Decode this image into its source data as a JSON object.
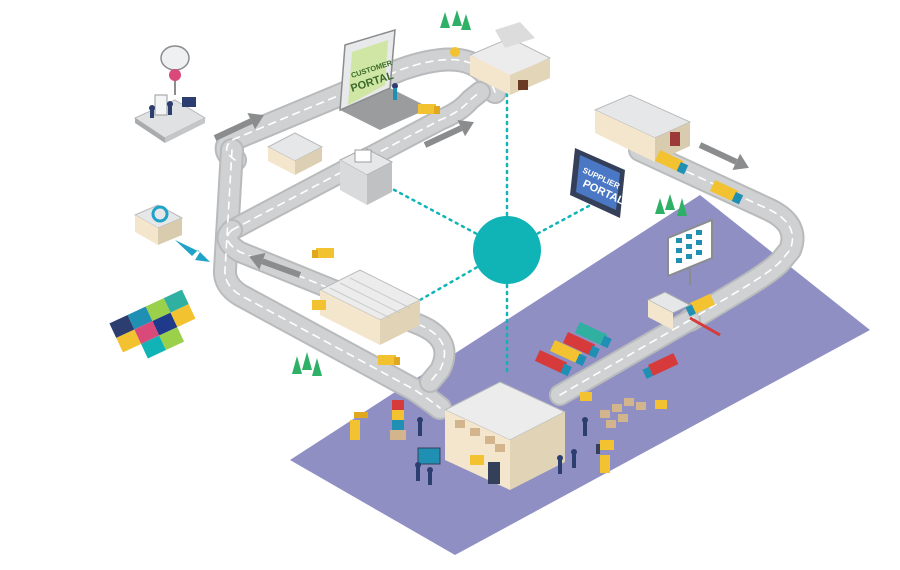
{
  "portals": {
    "customer_line1": "CUSTOMER",
    "customer_line2": "PORTAL",
    "supplier_line1": "SUPPLIER",
    "supplier_line2": "PORTAL"
  },
  "colors": {
    "platform": "#8f8fc4",
    "road": "#cfd1d3",
    "road_edge": "#b8babc",
    "road_dash": "#ffffff",
    "hub": "#10b3b6",
    "connector": "#10b3b6",
    "truck_cab": "#f2c230",
    "building_roof": "#e6e7e8",
    "building_wall": "#f3e6cc",
    "tree": "#2fb067",
    "arrow": "#8a8c8e"
  }
}
